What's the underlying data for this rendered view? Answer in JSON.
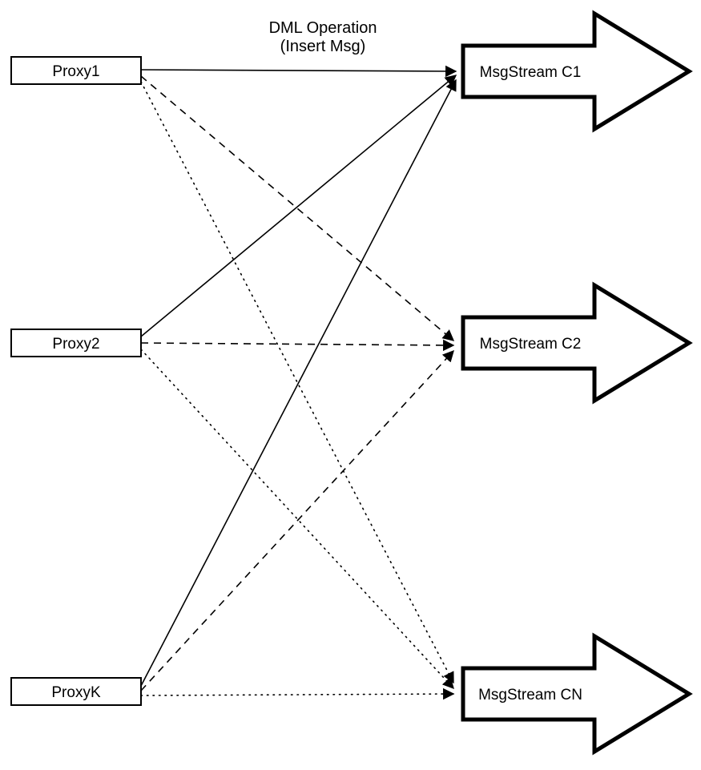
{
  "diagram": {
    "title_line1": "DML Operation",
    "title_line2": "(Insert Msg)",
    "proxies": [
      {
        "label": "Proxy1"
      },
      {
        "label": "Proxy2"
      },
      {
        "label": "ProxyK"
      }
    ],
    "streams": [
      {
        "label": "MsgStream C1"
      },
      {
        "label": "MsgStream C2"
      },
      {
        "label": "MsgStream CN"
      }
    ],
    "edges": [
      {
        "from": "Proxy1",
        "to": "MsgStream C1",
        "style": "solid"
      },
      {
        "from": "Proxy1",
        "to": "MsgStream C2",
        "style": "dashed"
      },
      {
        "from": "Proxy1",
        "to": "MsgStream CN",
        "style": "dotted"
      },
      {
        "from": "Proxy2",
        "to": "MsgStream C1",
        "style": "solid"
      },
      {
        "from": "Proxy2",
        "to": "MsgStream C2",
        "style": "dashed"
      },
      {
        "from": "Proxy2",
        "to": "MsgStream CN",
        "style": "dotted"
      },
      {
        "from": "ProxyK",
        "to": "MsgStream C1",
        "style": "solid"
      },
      {
        "from": "ProxyK",
        "to": "MsgStream C2",
        "style": "dashed"
      },
      {
        "from": "ProxyK",
        "to": "MsgStream CN",
        "style": "dotted"
      }
    ],
    "colors": {
      "stroke": "#000000",
      "fill": "#ffffff"
    }
  }
}
